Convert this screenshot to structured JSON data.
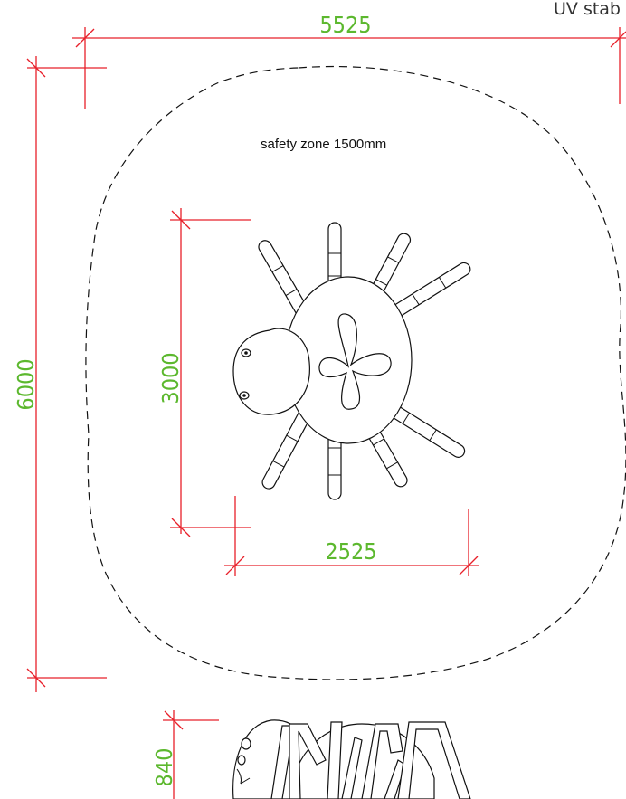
{
  "corner_text": "UV stab",
  "safety_zone_label": "safety zone 1500mm",
  "dimensions": {
    "overall_width": "5525",
    "overall_length": "6000",
    "equipment_length": "3000",
    "equipment_width": "2525",
    "equipment_height": "840"
  },
  "colors": {
    "dimension_line": "#e8202a",
    "dimension_text": "#5cb82e",
    "drawing_line": "#111111"
  }
}
